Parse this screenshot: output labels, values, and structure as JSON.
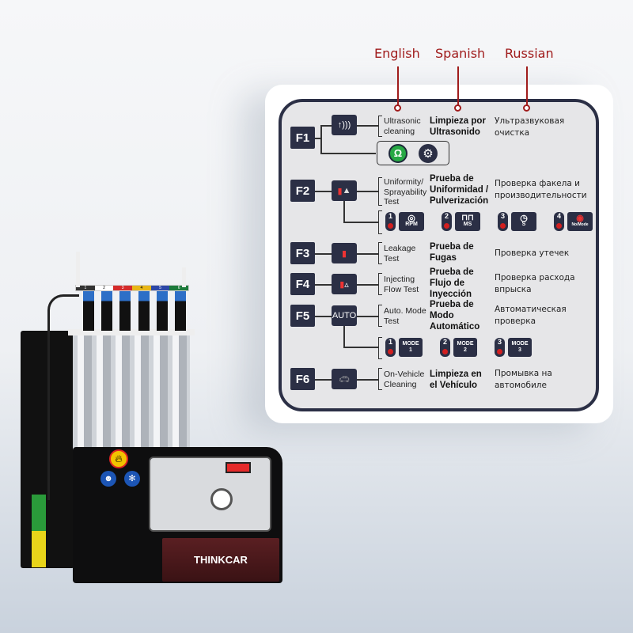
{
  "languages": {
    "english": "English",
    "spanish": "Spanish",
    "russian": "Russian"
  },
  "functions": [
    {
      "key": "F1",
      "icon": "ultrasonic-icon",
      "en": "Ultrasonic cleaning",
      "es": "Limpieza por Ultrasonido",
      "ru": "Ультразвуковая очистка"
    },
    {
      "key": "F2",
      "icon": "spray-icon",
      "en": "Uniformity/ Sprayability Test",
      "es": "Prueba de Uniformidad / Pulverización",
      "ru": "Проверка факела и производительности"
    },
    {
      "key": "F3",
      "icon": "leak-icon",
      "en": "Leakage Test",
      "es": "Prueba de Fugas",
      "ru": "Проверка утечек"
    },
    {
      "key": "F4",
      "icon": "flow-icon",
      "en": "Injecting Flow Test",
      "es": "Prueba de Flujo de Inyección",
      "ru": "Проверка расхода впрыска"
    },
    {
      "key": "F5",
      "icon": "AUTO",
      "en": "Auto. Mode Test",
      "es": "Prueba de Modo Automático",
      "ru": "Автоматическая проверка"
    },
    {
      "key": "F6",
      "icon": "car-icon",
      "en": "On-Vehicle Cleaning",
      "es": "Limpieza en el Vehículo",
      "ru": "Промывка на автомобиле"
    }
  ],
  "f1_sub": {
    "omega": "Ω",
    "gear": "⚙"
  },
  "f2_sub": [
    {
      "n": "1",
      "label": "RPM"
    },
    {
      "n": "2",
      "label": "MS"
    },
    {
      "n": "3",
      "label": "S"
    },
    {
      "n": "4",
      "label": "No/Mode"
    }
  ],
  "f5_sub": [
    {
      "n": "1",
      "label": "MODE",
      "num": "1"
    },
    {
      "n": "2",
      "label": "MODE",
      "num": "2"
    },
    {
      "n": "3",
      "label": "MODE",
      "num": "3"
    }
  ],
  "machine": {
    "brand": "THINKCAR",
    "rail_numbers": [
      "1",
      "2",
      "3",
      "4",
      "5",
      "6"
    ]
  }
}
